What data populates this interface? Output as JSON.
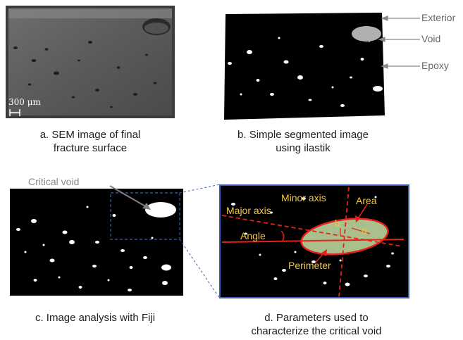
{
  "panel_a": {
    "scale_bar": "300 μm",
    "caption_line1": "a. SEM image of final",
    "caption_line2": "fracture surface"
  },
  "panel_b": {
    "labels": {
      "exterior": "Exterior",
      "void": "Void",
      "epoxy": "Epoxy"
    },
    "caption_line1": "b. Simple segmented image",
    "caption_line2": "using ilastik"
  },
  "panel_c": {
    "label_critical_void": "Critical void",
    "caption": "c. Image analysis with Fiji"
  },
  "panel_d": {
    "labels": {
      "minor_axis": "Minor axis",
      "major_axis": "Major axis",
      "area": "Area",
      "angle": "Angle",
      "perimeter": "Perimeter",
      "b": "b",
      "a": "a"
    },
    "caption_line1": "d. Parameters used to",
    "caption_line2": "characterize the critical void"
  },
  "colors": {
    "red": "#e8201a",
    "label_yellow": "#f4c542",
    "box_blue": "#3a5fb0",
    "ellipse_fill": "#a9bf8c",
    "annotation_gray": "#808080"
  }
}
